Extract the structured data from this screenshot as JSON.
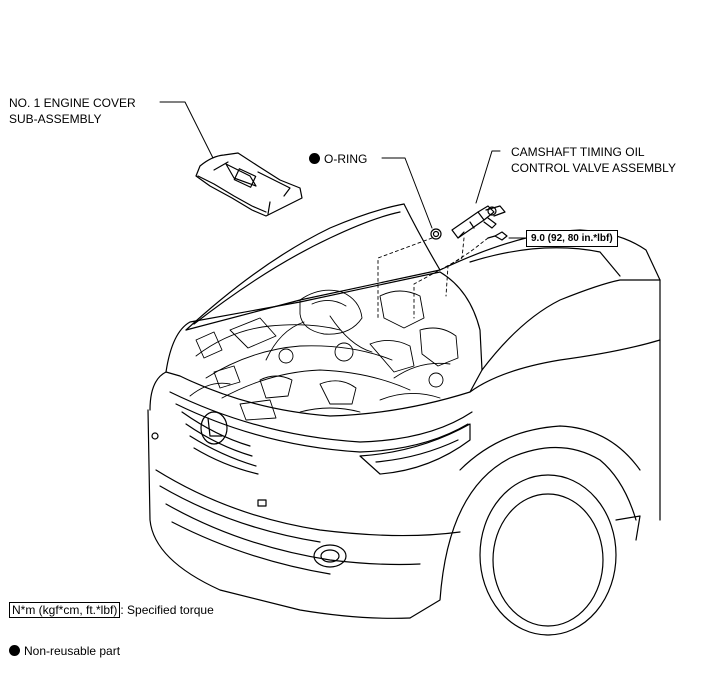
{
  "callouts": {
    "engine_cover": "NO. 1 ENGINE COVER\nSUB-ASSEMBLY",
    "o_ring": "O-RING",
    "camshaft_valve": "CAMSHAFT TIMING OIL\nCONTROL VALVE ASSEMBLY",
    "torque": "9.0 (92, 80 in.*lbf)"
  },
  "legend": {
    "torque_unit": "N*m (kgf*cm, ft.*lbf)",
    "torque_desc": ": Specified torque",
    "non_reusable": "Non-reusable part"
  },
  "colors": {
    "line": "#000000",
    "background": "#ffffff"
  }
}
